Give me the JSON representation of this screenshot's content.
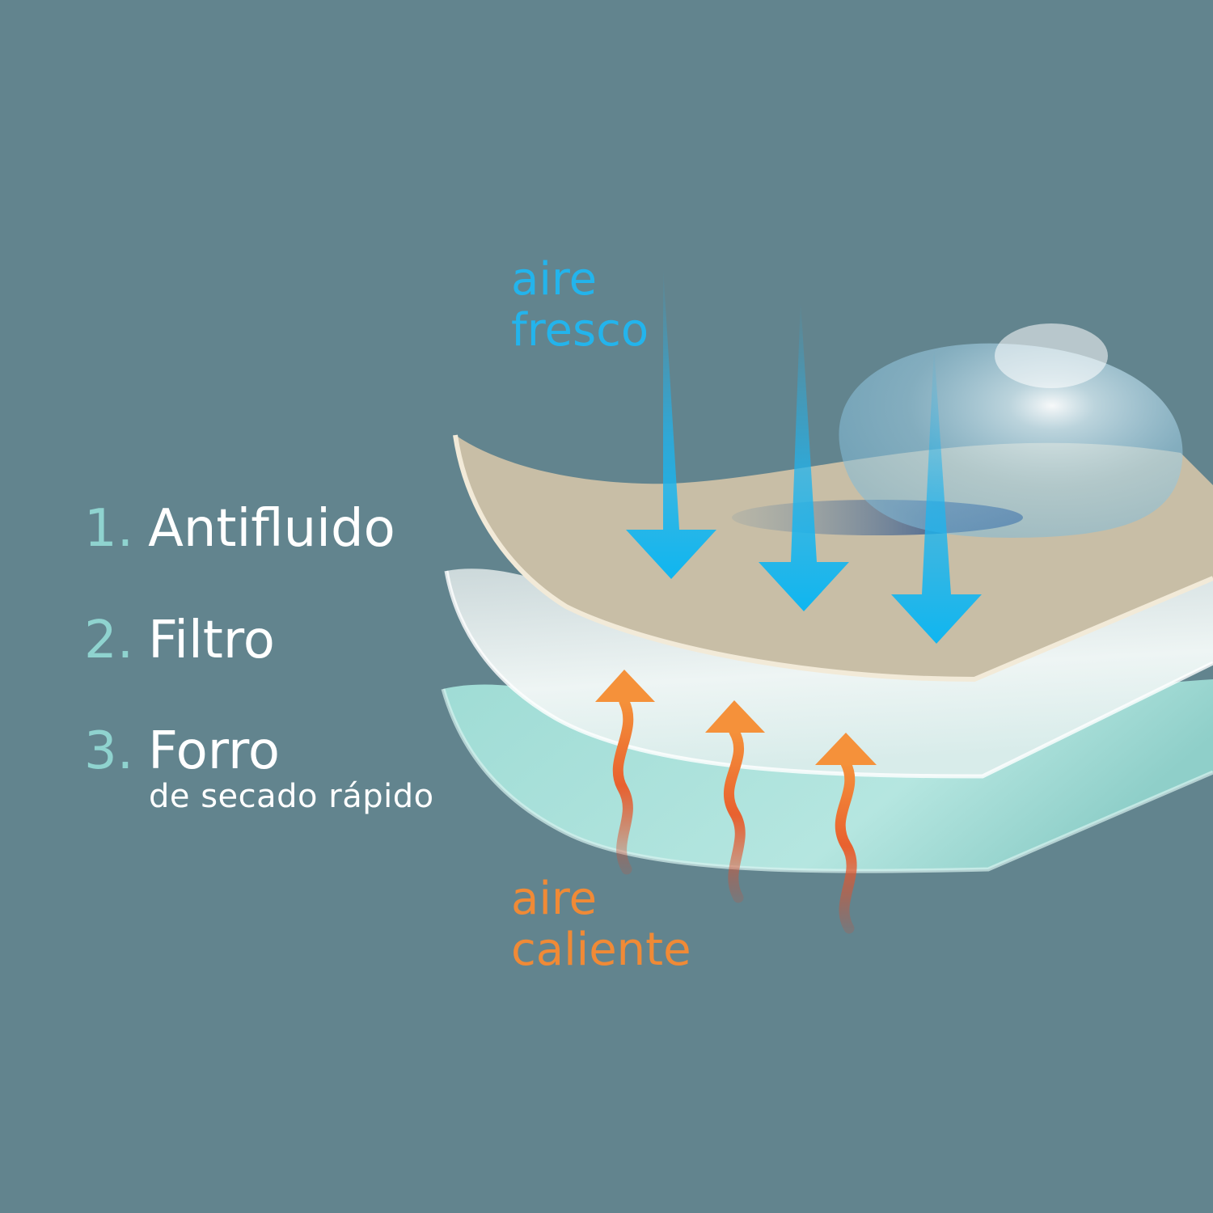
{
  "legend": {
    "items": [
      {
        "number": "1.",
        "label": "Antifluido"
      },
      {
        "number": "2.",
        "label": "Filtro"
      },
      {
        "number": "3.",
        "label": "Forro",
        "sublabel": "de secado rápido"
      }
    ]
  },
  "air": {
    "cool": {
      "line1": "aire",
      "line2": "fresco",
      "color": "#23b4ec"
    },
    "hot": {
      "line1": "aire",
      "line2": "caliente",
      "color": "#f08a36"
    }
  },
  "colors": {
    "background": "#62848e",
    "layer_antifluid": "#c8bea6",
    "layer_filter": "#e6f0f0",
    "layer_lining": "#a9e0da",
    "number_accent": "#8fd3cf"
  },
  "icons": {
    "cool_arrows": "arrow-down-icon",
    "hot_arrows": "wavy-arrow-up-icon",
    "droplet": "water-droplet-icon"
  }
}
